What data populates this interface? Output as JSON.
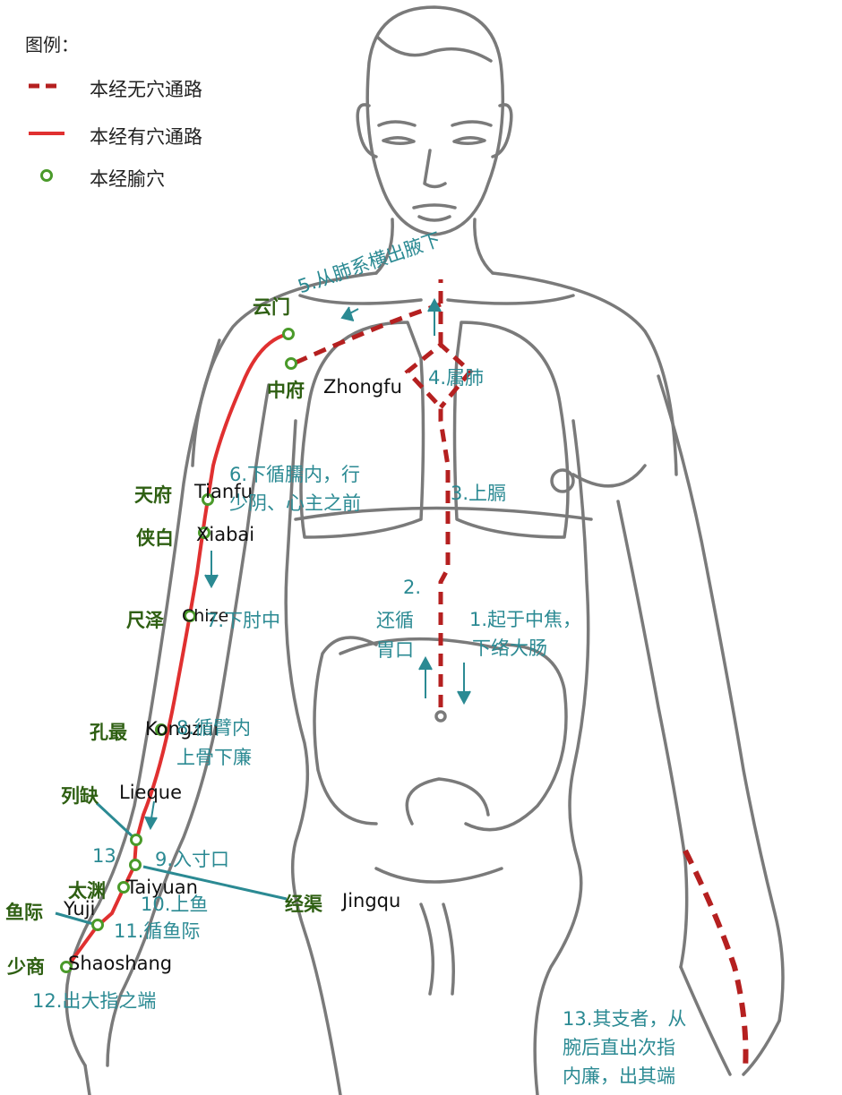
{
  "legend": {
    "title": "图例：",
    "items": [
      {
        "label": "本经无穴通路",
        "style": "dashed",
        "color": "#b52020"
      },
      {
        "label": "本经有穴通路",
        "style": "solid",
        "color": "#e03030"
      },
      {
        "label": "本经腧穴",
        "style": "circle",
        "color": "#4a9a2a"
      }
    ]
  },
  "acupoints": [
    {
      "cn": "云门",
      "en": ""
    },
    {
      "cn": "中府",
      "en": "Zhongfu"
    },
    {
      "cn": "天府",
      "en": "Tianfu"
    },
    {
      "cn": "侠白",
      "en": "Xiabai"
    },
    {
      "cn": "尺泽",
      "en": "Chize"
    },
    {
      "cn": "孔最",
      "en": "Kongzui"
    },
    {
      "cn": "列缺",
      "en": "Lieque"
    },
    {
      "cn": "经渠",
      "en": "Jingqu"
    },
    {
      "cn": "太渊",
      "en": "Taiyuan"
    },
    {
      "cn": "鱼际",
      "en": "Yuji"
    },
    {
      "cn": "少商",
      "en": "Shaoshang"
    }
  ],
  "steps": {
    "s1a": "1.起于中焦，",
    "s1b": "下络大肠",
    "s2a": "2.",
    "s2b": "还循",
    "s2c": "胃口",
    "s3": "3.上膈",
    "s4": "4.属肺",
    "s5": "5.从肺系横出腋下",
    "s6a": "6.下循臑内，行",
    "s6b": "少阴、心主之前",
    "s7": "7.下肘中",
    "s8a": "8.循臂内",
    "s8b": "上骨下廉",
    "s9": "9.入寸口",
    "s10": "10.上鱼",
    "s11": "11.循鱼际",
    "s12": "12.出大指之端",
    "s13num": "13",
    "s13a": "13.其支者，从",
    "s13b": "腕后直出次指",
    "s13c": "内廉，出其端"
  },
  "colors": {
    "outline": "#7a7a7a",
    "dashed_path": "#b52020",
    "solid_path": "#e03030",
    "point": "#4a9a2a",
    "step_text": "#2b8a93",
    "point_cn": "#2e5f12"
  }
}
